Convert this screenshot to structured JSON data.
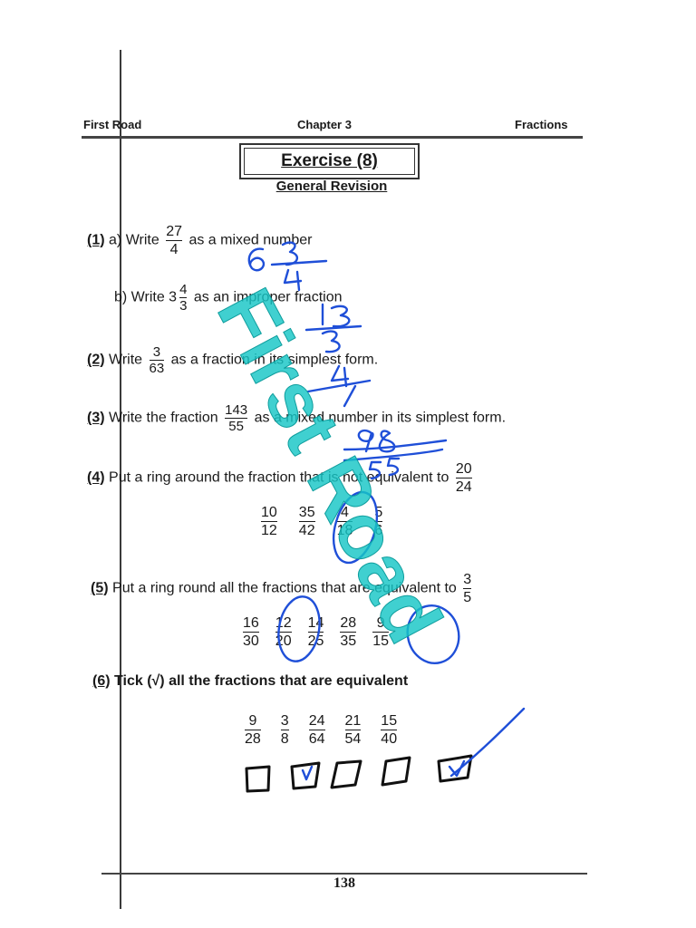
{
  "header": {
    "left": "First Road",
    "center": "Chapter 3",
    "right": "Fractions"
  },
  "title": "Exercise (8)",
  "subtitle": "General Revision",
  "q1": {
    "num": "(1)",
    "a_prefix": "a) Write",
    "a_frac": {
      "n": "27",
      "d": "4"
    },
    "a_suffix": "as a mixed number",
    "b_prefix": "b) Write 3",
    "b_frac": {
      "n": "4",
      "d": "3"
    },
    "b_suffix": "as an improper fraction"
  },
  "q2": {
    "num": "(2)",
    "prefix": "Write",
    "frac": {
      "n": "3",
      "d": "63"
    },
    "suffix": "as a fraction in its simplest form."
  },
  "q3": {
    "num": "(3)",
    "prefix": "Write the fraction",
    "frac": {
      "n": "143",
      "d": "55"
    },
    "suffix": "as a mixed number in its simplest form."
  },
  "q4": {
    "num": "(4)",
    "text": "Put a ring around the fraction that is not equivalent to",
    "target": {
      "n": "20",
      "d": "24"
    },
    "options": [
      {
        "n": "10",
        "d": "12"
      },
      {
        "n": "35",
        "d": "42"
      },
      {
        "n": "4",
        "d": "18"
      },
      {
        "n": "5",
        "d": "6"
      }
    ]
  },
  "q5": {
    "num": "(5)",
    "text": "Put a ring round all the fractions that are equivalent to",
    "target": {
      "n": "3",
      "d": "5"
    },
    "options": [
      {
        "n": "16",
        "d": "30"
      },
      {
        "n": "12",
        "d": "20"
      },
      {
        "n": "14",
        "d": "25"
      },
      {
        "n": "28",
        "d": "35"
      },
      {
        "n": "9",
        "d": "15"
      }
    ]
  },
  "q6": {
    "num": "(6)",
    "text": "Tick (√) all the fractions that are equivalent",
    "options": [
      {
        "n": "9",
        "d": "28"
      },
      {
        "n": "3",
        "d": "8"
      },
      {
        "n": "24",
        "d": "64"
      },
      {
        "n": "21",
        "d": "54"
      },
      {
        "n": "15",
        "d": "40"
      }
    ]
  },
  "watermark": "First Road",
  "handwriting": {
    "q1a_answer": "6 3/4",
    "q1b_answer": "13/3",
    "q2_answer": "4/1",
    "q3_answer": "98/55"
  },
  "colors": {
    "ink": "#1f4fd8",
    "watermark": "#16c6c6"
  },
  "footer": {
    "page": "138"
  }
}
